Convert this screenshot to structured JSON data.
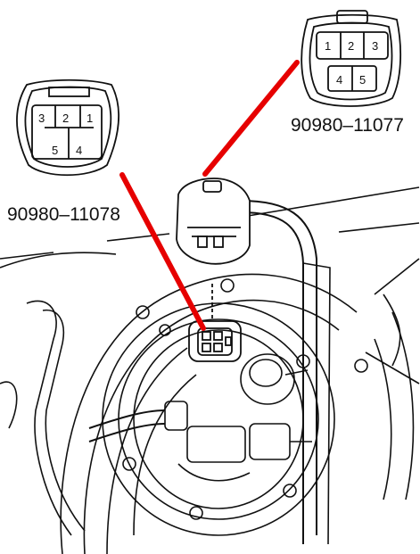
{
  "connectors": {
    "left": {
      "part_number": "90980–11078",
      "pins": [
        "3",
        "2",
        "1",
        "5",
        "4"
      ]
    },
    "right": {
      "part_number": "90980–11077",
      "pins": [
        "1",
        "2",
        "3",
        "4",
        "5"
      ]
    }
  },
  "colors": {
    "line_art": "#111111",
    "pointer": "#e60000",
    "background": "#ffffff"
  }
}
